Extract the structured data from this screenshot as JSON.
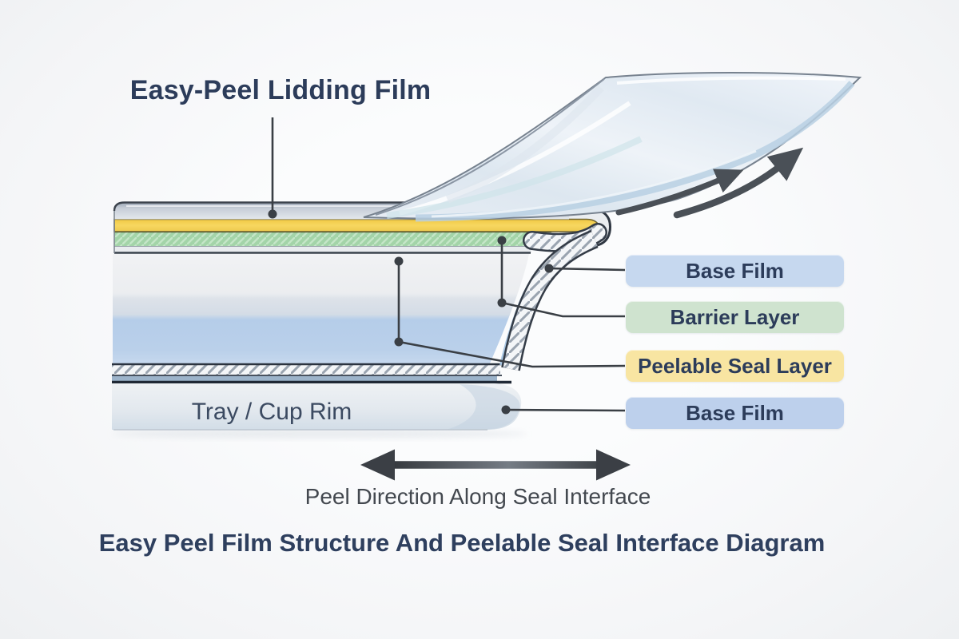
{
  "title": "Easy-Peel Lidding Film",
  "tray_label": "Tray / Cup Rim",
  "peel_direction_label": "Peel Direction Along Seal Interface",
  "caption": "Easy Peel Film Structure And Peelable Seal Interface Diagram",
  "layer_labels": [
    {
      "label": "Base Film",
      "bg": "#c6d8ef"
    },
    {
      "label": "Barrier Layer",
      "bg": "#cfe3cf"
    },
    {
      "label": "Peelable Seal Layer",
      "bg": "#f8e5a2"
    },
    {
      "label": "Base Film",
      "bg": "#bdd0ec"
    }
  ],
  "colors": {
    "text_navy": "#2c3c5a",
    "leader": "#3a3f45",
    "film_base_gray": "#c3cad4",
    "film_seal_yellow": "#f5d45c",
    "film_barrier_green": "#a3d4a8",
    "tray_blue": "#b7cee9",
    "arrow_dark": "#3b3f45"
  }
}
